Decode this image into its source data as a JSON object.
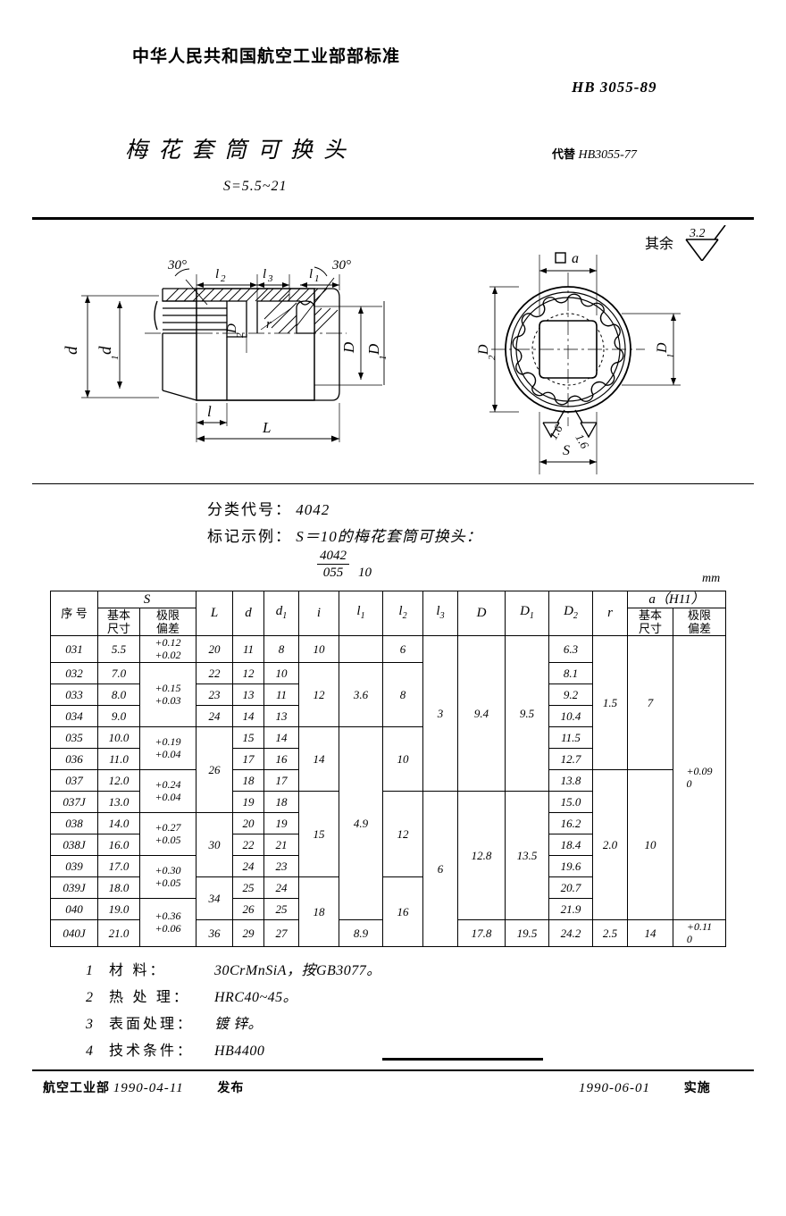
{
  "header": {
    "ministry_title": "中华人民共和国航空工业部部标准",
    "standard_no": "HB 3055-89",
    "doc_name": "梅花套筒可换头",
    "replaces_label": "代替",
    "replaces_value": "HB3055-77",
    "s_range": "S=5.5~21"
  },
  "drawing": {
    "surface_note_label": "其余",
    "surface_roughness": "3.2",
    "angle_left": "30°",
    "angle_right": "30°",
    "dim_l2": "l2",
    "dim_l3": "l3",
    "dim_l1": "l1",
    "dim_d": "d",
    "dim_d1": "d1",
    "dim_D2": "D2",
    "dim_r": "r",
    "dim_D": "D",
    "dim_D1": "D1",
    "dim_l": "l",
    "dim_L": "L",
    "end_dim_a": "□a",
    "end_dim_D2": "D2",
    "end_dim_D1": "D1",
    "end_dim_S": "S",
    "ra_left": "1.6",
    "ra_right": "1.6"
  },
  "meta": {
    "class_code_label": "分类代号",
    "class_code_value": "4042",
    "marking_label": "标记示例",
    "marking_text": "S＝10的梅花套筒可换头：",
    "marking_num": "4042",
    "marking_den": "055",
    "marking_size": "10",
    "unit": "mm"
  },
  "table": {
    "headers": {
      "seq": "序 号",
      "s_group": "S",
      "basic_size": "基本尺寸",
      "limit_dev": "极限偏差",
      "L": "L",
      "d": "d",
      "d1": "d1",
      "i": "i",
      "l1": "l1",
      "l2": "l2",
      "l3": "l3",
      "D": "D",
      "D1": "D1",
      "D2": "D2",
      "r": "r",
      "a_group": "a（H11）",
      "a_basic": "基本尺寸",
      "a_dev": "极限偏差"
    },
    "rows": [
      {
        "seq": "031",
        "s": "5.5",
        "L": "20",
        "d": "11",
        "d1": "8",
        "D2": "6.3"
      },
      {
        "seq": "032",
        "s": "7.0",
        "L": "22",
        "d": "12",
        "d1": "10",
        "D2": "8.1"
      },
      {
        "seq": "033",
        "s": "8.0",
        "L": "23",
        "d": "13",
        "d1": "11",
        "D2": "9.2"
      },
      {
        "seq": "034",
        "s": "9.0",
        "L": "24",
        "d": "14",
        "d1": "13",
        "D2": "10.4"
      },
      {
        "seq": "035",
        "s": "10.0",
        "L": "26",
        "d": "15",
        "d1": "14",
        "D2": "11.5"
      },
      {
        "seq": "036",
        "s": "11.0",
        "L": "",
        "d": "17",
        "d1": "16",
        "D2": "12.7"
      },
      {
        "seq": "037",
        "s": "12.0",
        "L": "",
        "d": "18",
        "d1": "17",
        "D2": "13.8"
      },
      {
        "seq": "037J",
        "s": "13.0",
        "L": "",
        "d": "19",
        "d1": "18",
        "D2": "15.0"
      },
      {
        "seq": "038",
        "s": "14.0",
        "L": "30",
        "d": "20",
        "d1": "19",
        "D2": "16.2"
      },
      {
        "seq": "038J",
        "s": "16.0",
        "L": "",
        "d": "22",
        "d1": "21",
        "D2": "18.4"
      },
      {
        "seq": "039",
        "s": "17.0",
        "L": "",
        "d": "24",
        "d1": "23",
        "D2": "19.6"
      },
      {
        "seq": "039J",
        "s": "18.0",
        "L": "34",
        "d": "25",
        "d1": "24",
        "D2": "20.7"
      },
      {
        "seq": "040",
        "s": "19.0",
        "L": "",
        "d": "26",
        "d1": "25",
        "D2": "21.9"
      },
      {
        "seq": "040J",
        "s": "21.0",
        "L": "36",
        "d": "29",
        "d1": "27",
        "D2": "24.2"
      }
    ],
    "s_tolerances": [
      {
        "upper": "+0.12",
        "lower": "+0.02",
        "span": 1
      },
      {
        "upper": "+0.15",
        "lower": "+0.03",
        "span": 3
      },
      {
        "upper": "+0.19",
        "lower": "+0.04",
        "span": 2
      },
      {
        "upper": "+0.24",
        "lower": "+0.04",
        "span": 2
      },
      {
        "upper": "+0.27",
        "lower": "+0.05",
        "span": 2
      },
      {
        "upper": "+0.30",
        "lower": "+0.05",
        "span": 2
      },
      {
        "upper": "+0.36",
        "lower": "+0.06",
        "span": 2
      }
    ],
    "i_values": [
      {
        "v": "10",
        "span": 1
      },
      {
        "v": "12",
        "span": 3
      },
      {
        "v": "14",
        "span": 3
      },
      {
        "v": "15",
        "span": 4
      },
      {
        "v": "18",
        "span": 3
      }
    ],
    "l1_values": [
      {
        "v": "",
        "span": 1
      },
      {
        "v": "3.6",
        "span": 3
      },
      {
        "v": "4.9",
        "span": 9
      },
      {
        "v": "8.9",
        "span": 1
      }
    ],
    "l2_values": [
      {
        "v": "6",
        "span": 1
      },
      {
        "v": "8",
        "span": 3
      },
      {
        "v": "10",
        "span": 3
      },
      {
        "v": "12",
        "span": 4
      },
      {
        "v": "16",
        "span": 3
      }
    ],
    "l3_values": [
      {
        "v": "3",
        "span": 7
      },
      {
        "v": "6",
        "span": 7
      }
    ],
    "D_values": [
      {
        "v": "9.4",
        "span": 7
      },
      {
        "v": "12.8",
        "span": 6
      },
      {
        "v": "17.8",
        "span": 1
      }
    ],
    "D1_values": [
      {
        "v": "9.5",
        "span": 7
      },
      {
        "v": "13.5",
        "span": 6
      },
      {
        "v": "19.5",
        "span": 1
      }
    ],
    "r_values": [
      {
        "v": "1.5",
        "span": 6
      },
      {
        "v": "2.0",
        "span": 7
      },
      {
        "v": "2.5",
        "span": 1
      }
    ],
    "a_basic_values": [
      {
        "v": "7",
        "span": 6
      },
      {
        "v": "10",
        "span": 7
      },
      {
        "v": "14",
        "span": 1
      }
    ],
    "a_dev_values": [
      {
        "upper": "+0.09",
        "lower": "0",
        "span": 13
      },
      {
        "upper": "+0.11",
        "lower": "0",
        "span": 1
      }
    ],
    "L_values": [
      {
        "v": "20",
        "span": 1
      },
      {
        "v": "22",
        "span": 1
      },
      {
        "v": "23",
        "span": 1
      },
      {
        "v": "24",
        "span": 1
      },
      {
        "v": "26",
        "span": 4
      },
      {
        "v": "30",
        "span": 3
      },
      {
        "v": "34",
        "span": 2
      },
      {
        "v": "36",
        "span": 1
      }
    ]
  },
  "notes": [
    {
      "no": "1",
      "term": "材    料：",
      "value": "30CrMnSiA，按GB3077。"
    },
    {
      "no": "2",
      "term": "热 处 理：",
      "value": "HRC40~45。"
    },
    {
      "no": "3",
      "term": "表面处理：",
      "value": "镀 锌。"
    },
    {
      "no": "4",
      "term": "技术条件：",
      "value": "HB4400"
    }
  ],
  "footer": {
    "issuer": "航空工业部",
    "issue_date": "1990-04-11",
    "issue_action": "发布",
    "effective_date": "1990-06-01",
    "effective_action": "实施"
  }
}
